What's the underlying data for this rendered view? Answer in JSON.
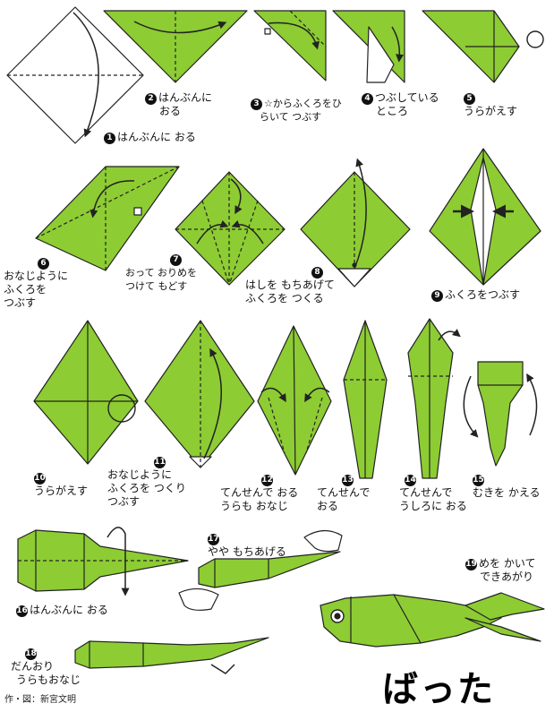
{
  "title": "ばった",
  "credit": "作・図：新宮文明",
  "colors": {
    "paper_green": "#8dcc33",
    "line": "#222222",
    "background": "#ffffff"
  },
  "steps": [
    {
      "num": "1",
      "text": [
        "はんぶんに おる"
      ]
    },
    {
      "num": "2",
      "text": [
        "はんぶんに",
        "おる"
      ]
    },
    {
      "num": "3",
      "text": [
        "☆からふくろをひ",
        "らいて つぶす"
      ]
    },
    {
      "num": "4",
      "text": [
        "つぶしている",
        "ところ"
      ]
    },
    {
      "num": "5",
      "text": [
        "うらがえす"
      ]
    },
    {
      "num": "6",
      "text": [
        "おなじように",
        "ふくろを",
        "つぶす"
      ]
    },
    {
      "num": "7",
      "text": [
        "おって おりめを",
        "つけて もどす"
      ]
    },
    {
      "num": "8",
      "text": [
        "はしを もちあげて",
        "ふくろを つくる"
      ]
    },
    {
      "num": "9",
      "text": [
        "ふくろをつぶす"
      ]
    },
    {
      "num": "10",
      "text": [
        "うらがえす"
      ]
    },
    {
      "num": "11",
      "text": [
        "おなじように",
        "ふくろを つくり",
        "つぶす"
      ]
    },
    {
      "num": "12",
      "text": [
        "てんせんで おる",
        "うらも おなじ"
      ]
    },
    {
      "num": "13",
      "text": [
        "てんせんで",
        "おる"
      ]
    },
    {
      "num": "14",
      "text": [
        "てんせんで",
        "うしろに おる"
      ]
    },
    {
      "num": "15",
      "text": [
        "むきを かえる"
      ]
    },
    {
      "num": "16",
      "text": [
        "はんぶんに おる"
      ]
    },
    {
      "num": "17",
      "text": [
        "やや もちあげる"
      ]
    },
    {
      "num": "18",
      "text": [
        "だんおり",
        "うらもおなじ"
      ]
    },
    {
      "num": "19",
      "text": [
        "めを かいて",
        "できあがり"
      ]
    }
  ]
}
